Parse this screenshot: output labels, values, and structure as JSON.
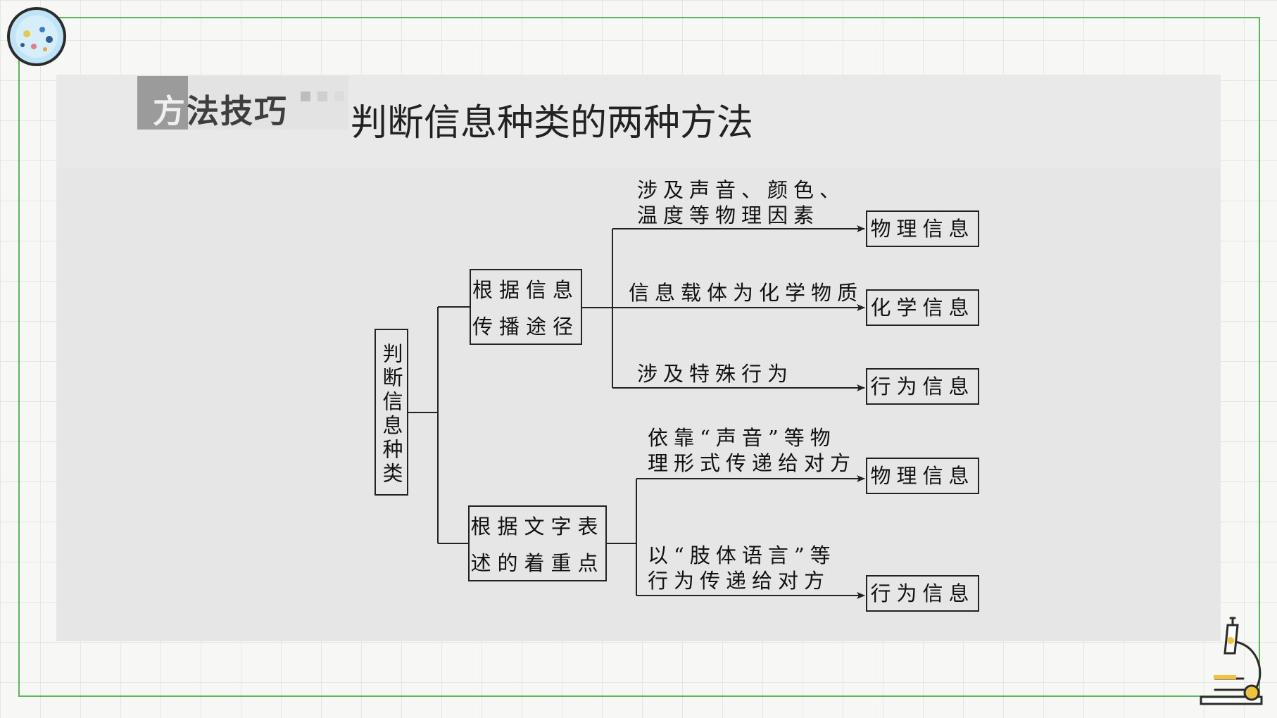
{
  "header": {
    "badge": "方法技巧",
    "title": "判断信息种类的两种方法"
  },
  "diagram": {
    "root": "判断信息种类",
    "branch1": {
      "label_line1": "根据信息",
      "label_line2": "传播途径",
      "edges": [
        {
          "line1": "涉及声音、颜色、",
          "line2": "温度等物理因素",
          "target": "物理信息"
        },
        {
          "line1": "信息载体为化学物质",
          "target": "化学信息"
        },
        {
          "line1": "涉及特殊行为",
          "target": "行为信息"
        }
      ]
    },
    "branch2": {
      "label_line1": "根据文字表",
      "label_line2": "述的着重点",
      "edges": [
        {
          "line1": "依靠“声音”等物",
          "line2": "理形式传递给对方",
          "target": "物理信息"
        },
        {
          "line1": "以“肢体语言”等",
          "line2": "行为传递给对方",
          "target": "行为信息"
        }
      ]
    }
  },
  "colors": {
    "frame": "#5cb85c",
    "panel": "#e6e6e6",
    "badge_dark": "#9b9b9b"
  },
  "icons": [
    "logo-dots-icon",
    "microscope-icon"
  ]
}
